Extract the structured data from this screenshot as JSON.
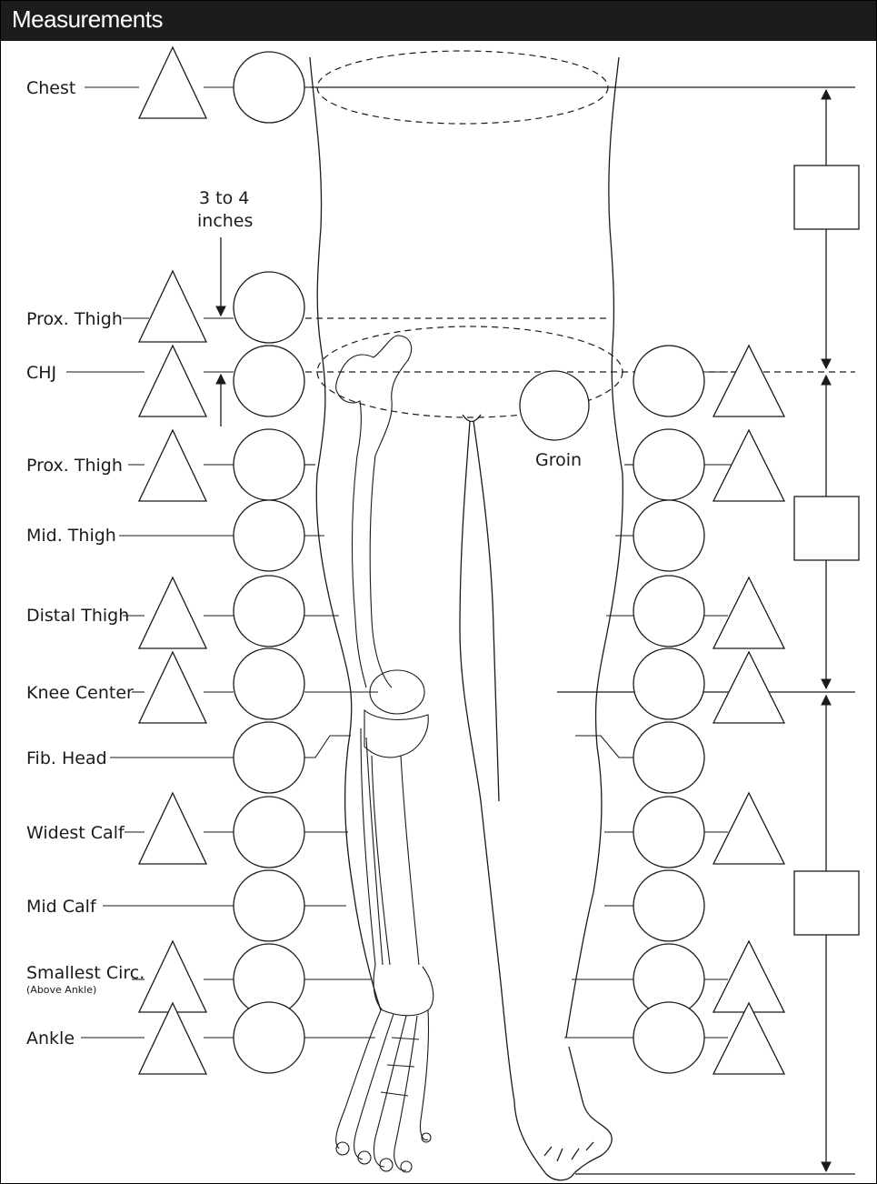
{
  "header": {
    "title": "Measurements"
  },
  "left_labels": {
    "chest": "Chest",
    "prox_thigh_upper": "Prox. Thigh",
    "chj": "CHJ",
    "prox_thigh": "Prox. Thigh",
    "mid_thigh": "Mid. Thigh",
    "distal_thigh": "Distal Thigh",
    "knee_center": "Knee Center",
    "fib_head": "Fib. Head",
    "widest_calf": "Widest Calf",
    "mid_calf": "Mid Calf",
    "smallest_circ": "Smallest Circ.",
    "smallest_circ_note": "(Above Ankle)",
    "ankle": "Ankle"
  },
  "annotations": {
    "offset_line1": "3 to 4",
    "offset_line2": "inches",
    "groin": "Groin"
  },
  "colors": {
    "header_bg": "#1c1c1c",
    "ink": "#1a1a1a"
  }
}
